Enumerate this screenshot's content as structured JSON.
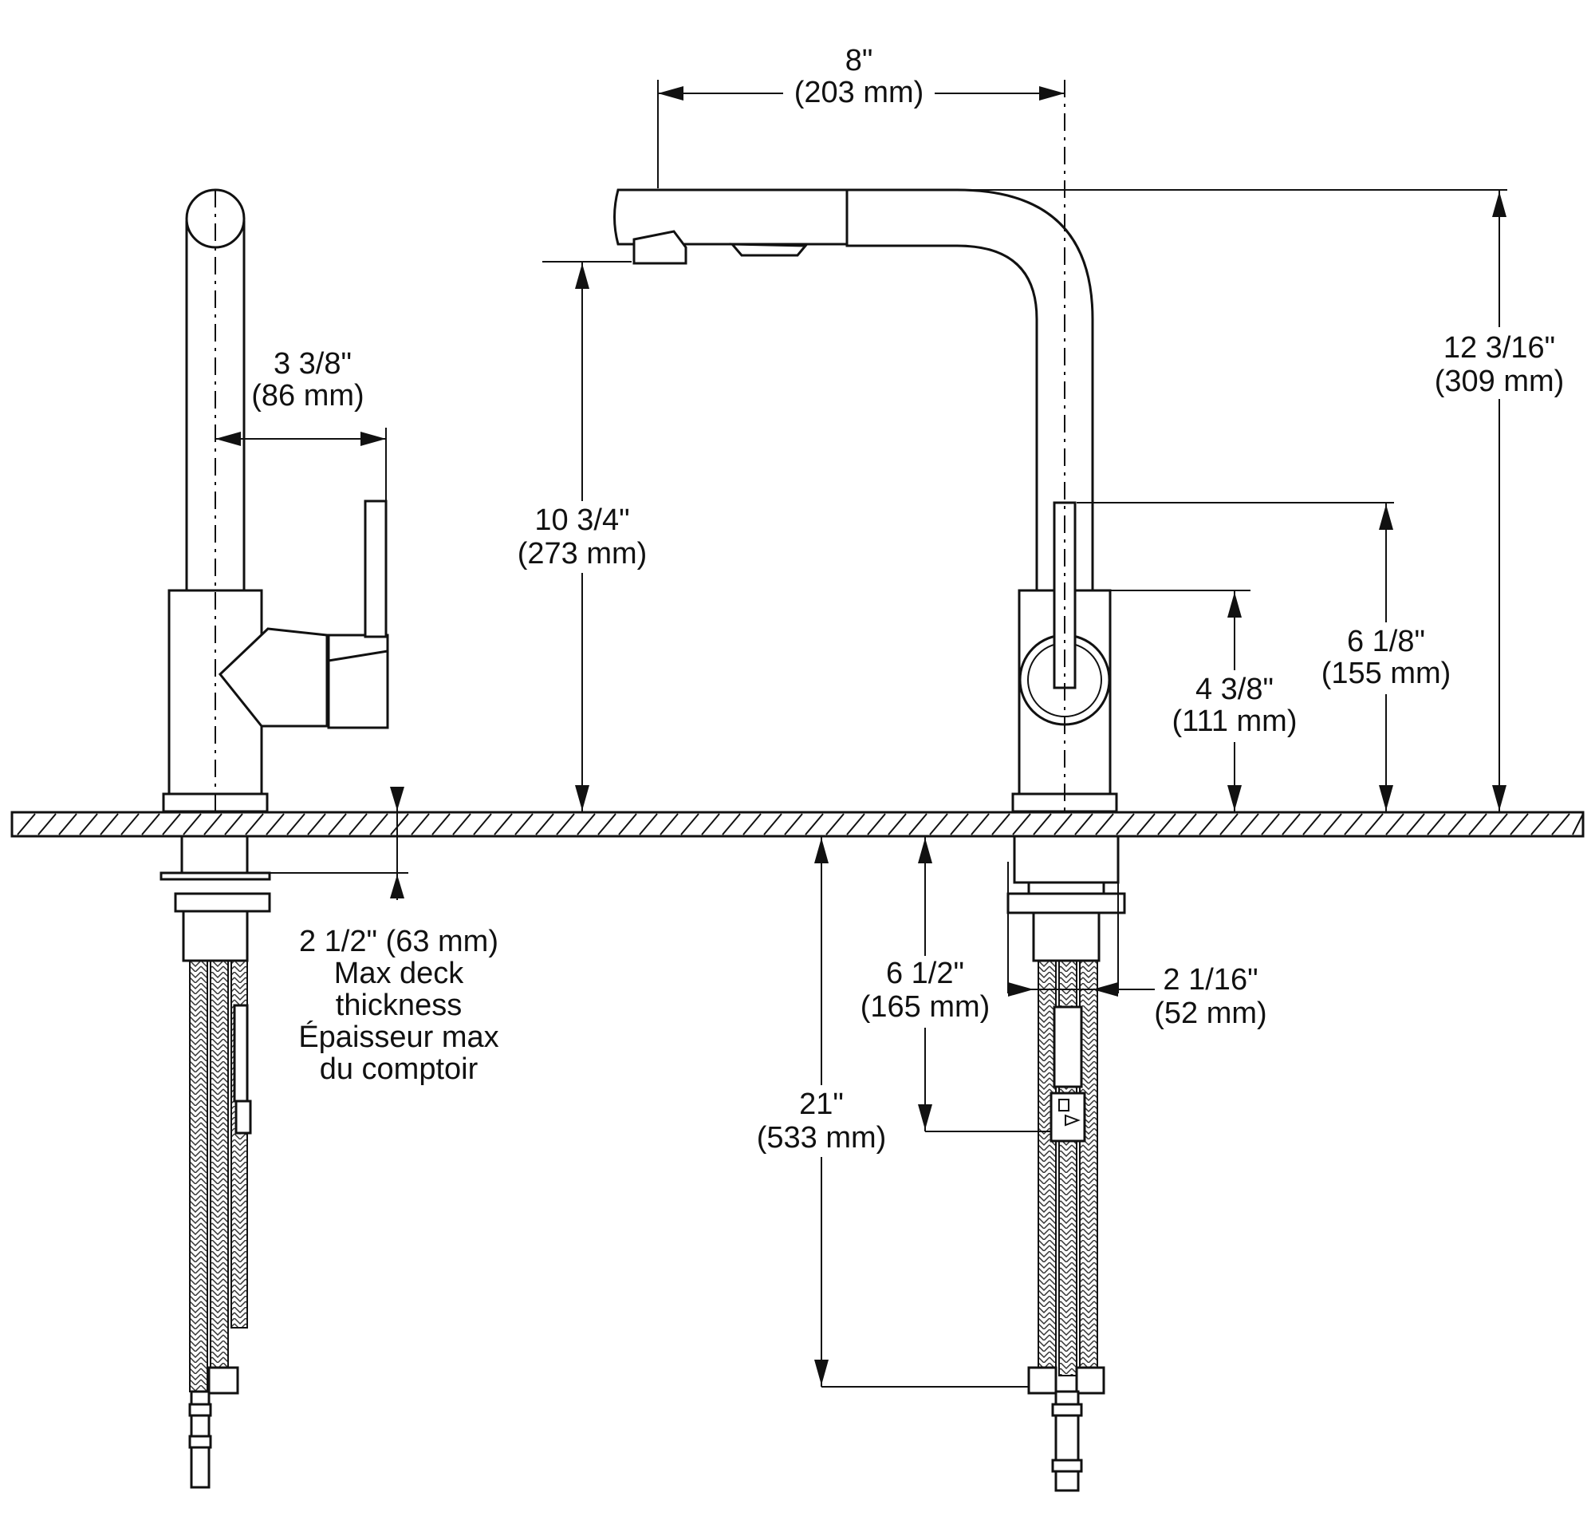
{
  "dimensions": {
    "spout_reach": {
      "imperial": "8\"",
      "metric": "(203 mm)"
    },
    "overall_height": {
      "imperial": "12 3/16\"",
      "metric": "(309 mm)"
    },
    "spout_height": {
      "imperial": "10 3/4\"",
      "metric": "(273 mm)"
    },
    "handle_clearance": {
      "imperial": "3 3/8\"",
      "metric": "(86 mm)"
    },
    "handle_top_height": {
      "imperial": "6 1/8\"",
      "metric": "(155 mm)"
    },
    "body_height": {
      "imperial": "4 3/8\"",
      "metric": "(111 mm)"
    },
    "shank_length": {
      "imperial": "6 1/2\"",
      "metric": "(165 mm)"
    },
    "base_diameter": {
      "imperial": "2 1/16\"",
      "metric": "(52 mm)"
    },
    "hose_length": {
      "imperial": "21\"",
      "metric": "(533 mm)"
    }
  },
  "deck_note": {
    "line1": "2 1/2\" (63 mm)",
    "line2": "Max deck",
    "line3": "thickness",
    "line4": "Épaisseur max",
    "line5": "du comptoir"
  }
}
